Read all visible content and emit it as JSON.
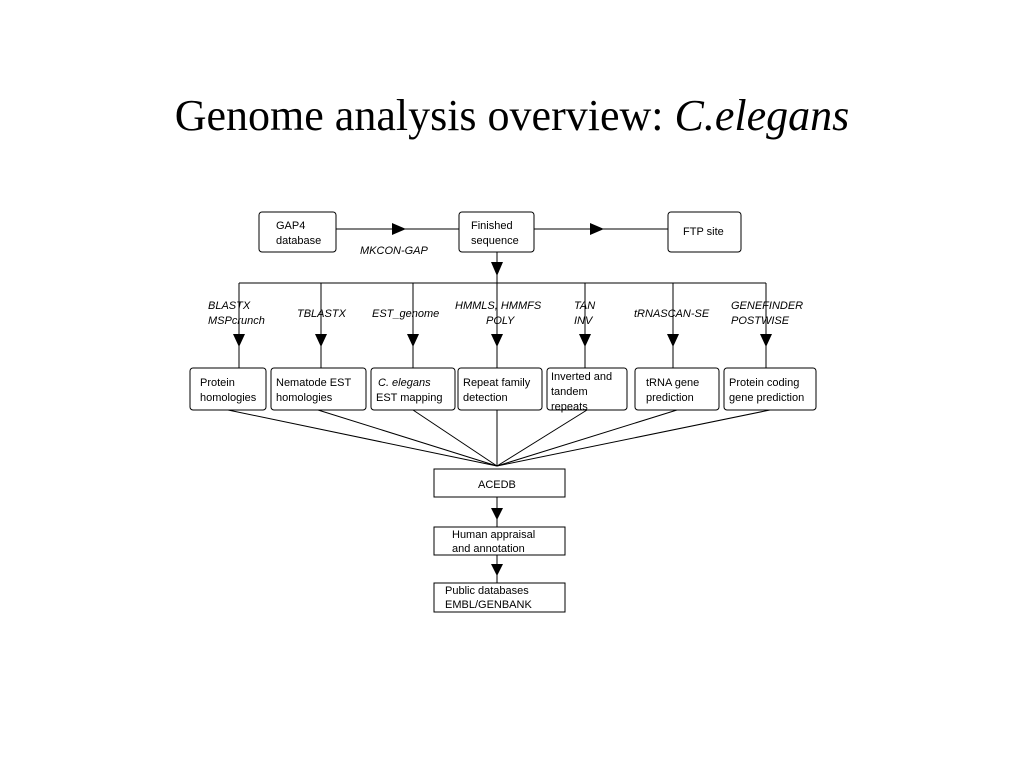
{
  "slide": {
    "title_main": "Genome analysis overview: ",
    "title_italic": "C.elegans"
  },
  "diagram": {
    "top_boxes": {
      "gap4": [
        "GAP4",
        "database"
      ],
      "finished": [
        "Finished",
        "sequence"
      ],
      "ftp": [
        "FTP site"
      ]
    },
    "edge_label": "MKCON-GAP",
    "tools": [
      [
        "BLASTX",
        "MSPcrunch"
      ],
      [
        "TBLASTX"
      ],
      [
        "EST_genome"
      ],
      [
        "HMMLS, HMMFS",
        "POLY"
      ],
      [
        "TAN",
        "INV"
      ],
      [
        "tRNASCAN-SE"
      ],
      [
        "GENEFINDER",
        "POSTWISE"
      ]
    ],
    "result_boxes": [
      [
        "Protein",
        "homologies"
      ],
      [
        "Nematode EST",
        "homologies"
      ],
      [
        "C. elegans",
        "EST mapping"
      ],
      [
        "Repeat family",
        "detection"
      ],
      [
        "Inverted and",
        "tandem",
        "repeats"
      ],
      [
        "tRNA gene",
        "prediction"
      ],
      [
        "Protein coding",
        "gene prediction"
      ]
    ],
    "acedb": "ACEDB",
    "appraisal": [
      "Human appraisal",
      "and annotation"
    ],
    "public": [
      "Public databases",
      "EMBL/GENBANK"
    ]
  }
}
